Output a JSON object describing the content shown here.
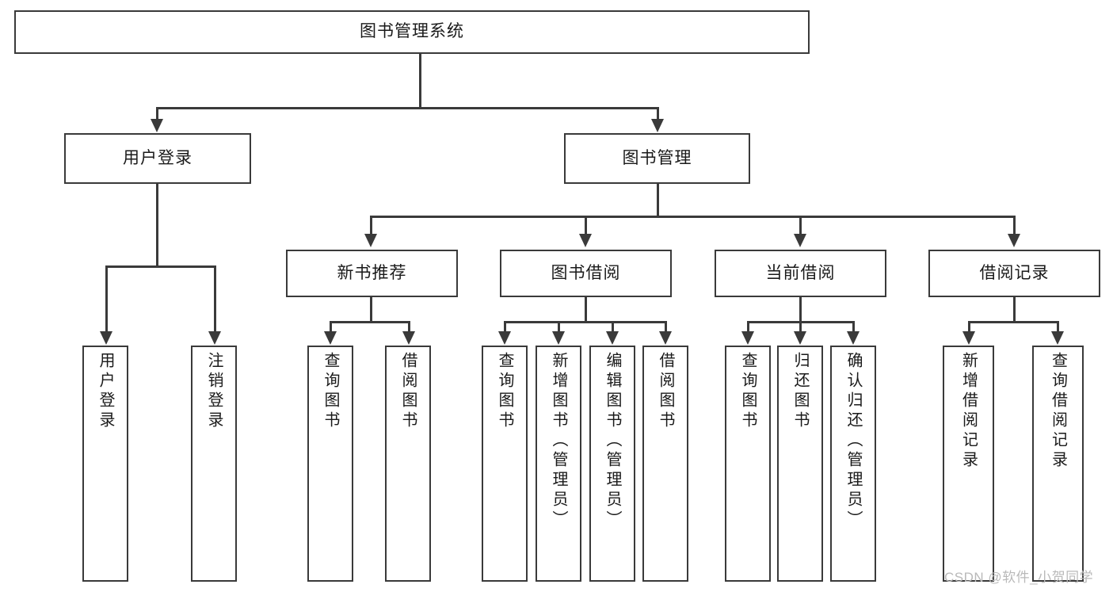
{
  "diagram": {
    "type": "tree",
    "title": "图书管理系统",
    "root": {
      "label": "图书管理系统"
    },
    "level2": [
      {
        "label": "用户登录"
      },
      {
        "label": "图书管理"
      }
    ],
    "level3": [
      {
        "label": "新书推荐"
      },
      {
        "label": "图书借阅"
      },
      {
        "label": "当前借阅"
      },
      {
        "label": "借阅记录"
      }
    ],
    "leaves": {
      "user_login": [
        {
          "label": "用户登录"
        },
        {
          "label": "注销登录"
        }
      ],
      "new_book_recommend": [
        {
          "label": "查询图书"
        },
        {
          "label": "借阅图书"
        }
      ],
      "book_borrow": [
        {
          "label": "查询图书"
        },
        {
          "label": "新增图书（管理员）"
        },
        {
          "label": "编辑图书（管理员）"
        },
        {
          "label": "借阅图书"
        }
      ],
      "current_borrow": [
        {
          "label": "查询图书"
        },
        {
          "label": "归还图书"
        },
        {
          "label": "确认归还（管理员）"
        }
      ],
      "borrow_records": [
        {
          "label": "新增借阅记录"
        },
        {
          "label": "查询借阅记录"
        }
      ]
    }
  },
  "watermark": {
    "text": "CSDN @软件_小贺同学"
  },
  "colors": {
    "stroke": "#3a3a3a",
    "text": "#1a1a1a",
    "background": "#ffffff",
    "watermark": "#b9b9b9"
  }
}
